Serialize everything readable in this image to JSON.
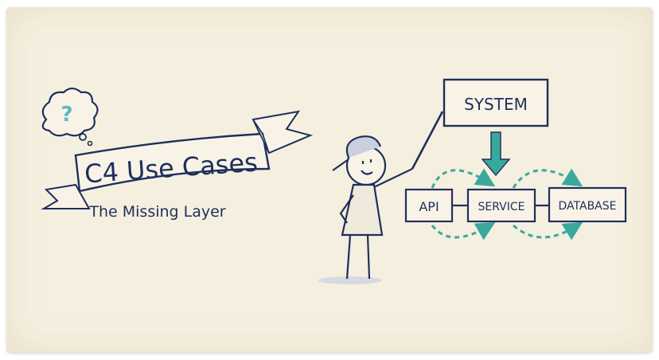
{
  "title": "C4 Use Cases",
  "subtitle": "The Missing Layer",
  "thought_bubble": {
    "symbol": "?"
  },
  "diagram": {
    "top": "SYSTEM",
    "nodes": [
      "API",
      "SERVICE",
      "DATABASE"
    ]
  },
  "colors": {
    "paper": "#f5efdf",
    "ink": "#1e2f5c",
    "accent": "#3aa89c"
  }
}
